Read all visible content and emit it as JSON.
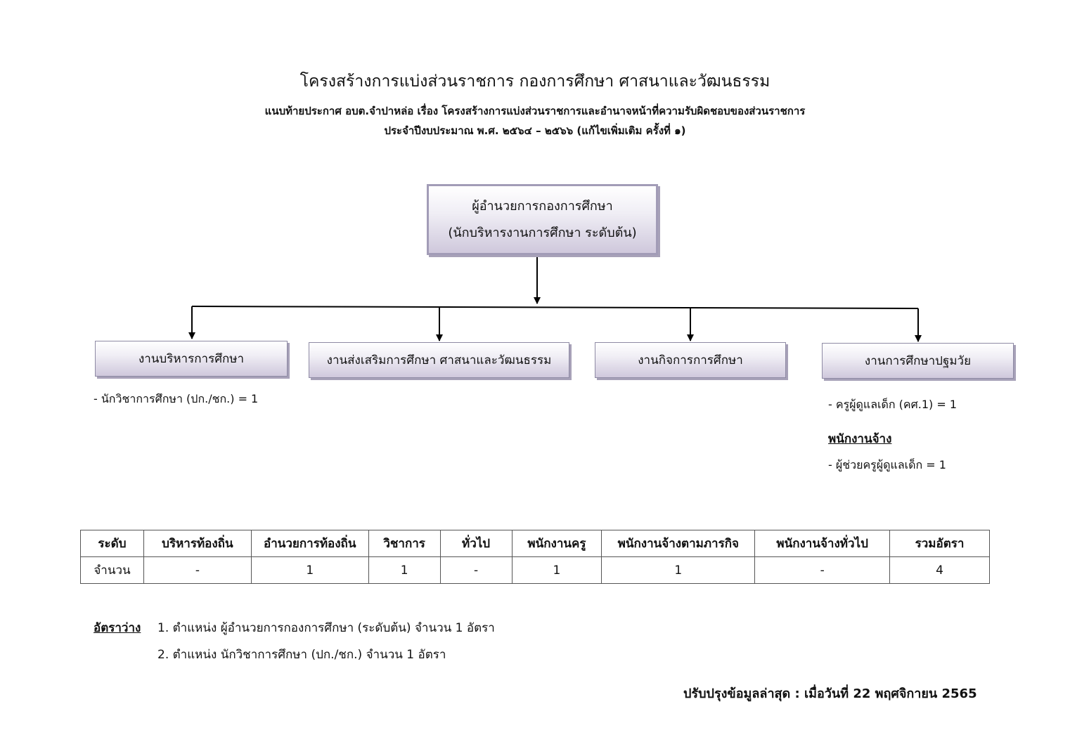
{
  "header": {
    "title": "โครงสร้างการแบ่งส่วนราชการ กองการศึกษา ศาสนาและวัฒนธรรม",
    "subtitle_line1": "แนบท้ายประกาศ อบต.จำปาหล่อ เรื่อง โครงสร้างการแบ่งส่วนราชการและอำนาจหน้าที่ความรับผิดชอบของส่วนราชการ",
    "subtitle_line2": "ประจำปีงบประมาณ พ.ศ. ๒๕๖๔ – ๒๕๖๖  (แก้ไขเพิ่มเติม ครั้งที่ ๑)"
  },
  "org_chart": {
    "head": {
      "line1": "ผู้อำนวยการกองการศึกษา",
      "line2": "(นักบริหารงานการศึกษา ระดับต้น)"
    },
    "units": [
      {
        "label": "งานบริหารการศึกษา"
      },
      {
        "label": "งานส่งเสริมการศึกษา ศาสนาและวัฒนธรรม"
      },
      {
        "label": "งานกิจการการศึกษา"
      },
      {
        "label": "งานการศึกษาปฐมวัย"
      }
    ],
    "notes": {
      "unit1_staff": "- นักวิชาการศึกษา (ปก./ชก.)  = 1",
      "unit4_staff": "- ครูผู้ดูแลเด็ก (คศ.1) = 1",
      "unit4_employee_heading": "พนักงานจ้าง",
      "unit4_employee": "- ผู้ช่วยครูผู้ดูแลเด็ก = 1"
    }
  },
  "table": {
    "headers": [
      "ระดับ",
      "บริหารท้องถิ่น",
      "อำนวยการท้องถิ่น",
      "วิชาการ",
      "ทั่วไป",
      "พนักงานครู",
      "พนักงานจ้างตามภารกิจ",
      "พนักงานจ้างทั่วไป",
      "รวมอัตรา"
    ],
    "row": [
      "จำนวน",
      "-",
      "1",
      "1",
      "-",
      "1",
      "1",
      "-",
      "4"
    ]
  },
  "vacancies": {
    "label": "อัตราว่าง",
    "items": [
      "1. ตำแหน่ง ผู้อำนวยการกองการศึกษา (ระดับต้น) จำนวน 1 อัตรา",
      "2. ตำแหน่ง นักวิชาการศึกษา (ปก./ชก.) จำนวน 1 อัตรา"
    ]
  },
  "footer": {
    "updated": "ปรับปรุงข้อมูลล่าสุด : เมื่อวันที่ 22 พฤศจิกายน 2565"
  }
}
